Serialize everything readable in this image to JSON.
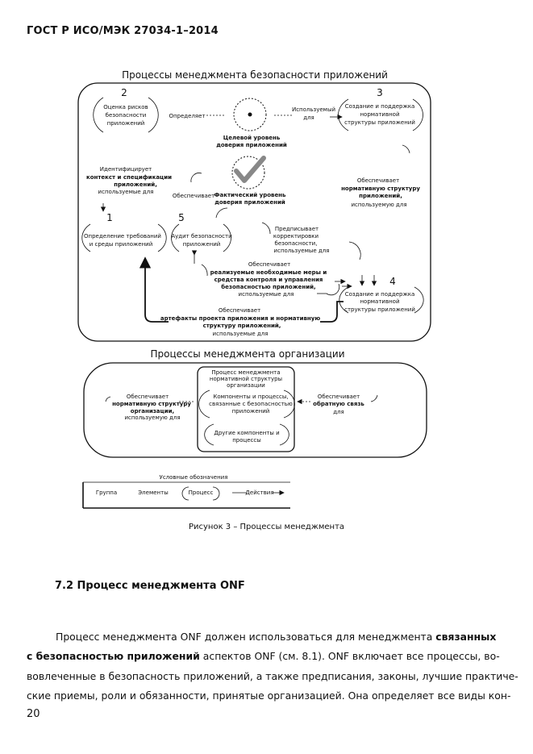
{
  "header": {
    "doc_title": "ГОСТ Р ИСО/МЭК 27034-1–2014"
  },
  "figure": {
    "top_title": "Процессы менеджмента безопасности приложений",
    "bottom_title": "Процессы менеджмента организации",
    "n2": "2",
    "box2": [
      "Оценка рисков",
      "безопасности",
      "приложений"
    ],
    "opredelyaet": "Определяет",
    "target_level": [
      "Целевой уровень",
      "доверия приложений"
    ],
    "ispolzuemyi": [
      "Используемый",
      "для"
    ],
    "n3": "3",
    "box3": [
      "Создание и поддержка",
      "нормативной",
      "структуры приложений"
    ],
    "identifies": [
      "Идентифицирует"
    ],
    "identifies_bold": [
      "контекст и спецификации",
      "приложений,"
    ],
    "used_for": "используемые для",
    "obespechivaet": "Обеспечивает",
    "actual_level": [
      "Фактический уровень",
      "доверия приложений"
    ],
    "norm_bold": [
      "нормативную структуру",
      "приложений,"
    ],
    "used_for2": "используемую для",
    "n1": "1",
    "box1": [
      "Определение требований",
      "и среды приложений"
    ],
    "n5": "5",
    "box5": [
      "Аудит безопасности",
      "приложений"
    ],
    "predpisyvaet": [
      "Предписывает",
      "корректировки",
      "безопасности,",
      "используемые для"
    ],
    "measures_pre": "Обеспечивает",
    "measures_bold": [
      "реализуемые необходимые меры и",
      "средства контроля и управления",
      "безопасностью приложений,"
    ],
    "measures_post": "используемые для",
    "n4": "4",
    "box4": [
      "Создание и поддержка",
      "нормативной",
      "структуры приложений"
    ],
    "artifacts_pre": "Обеспечивает",
    "artifacts_bold": [
      "артефакты проекта приложения и нормативную",
      "структуру приложений,"
    ],
    "artifacts_post": "используемые для",
    "org_left_pre": "Обеспечивает",
    "org_left_bold": [
      "нормативную структуру",
      "организации,"
    ],
    "org_left_post": "используемую для",
    "org_center": [
      "Процесс менеджмента",
      "нормативной структуры",
      "организации"
    ],
    "org_box1": [
      "Компоненты и процессы,",
      "связанные с безопасностью",
      "приложений"
    ],
    "org_box2": [
      "Другие компоненты и",
      "процессы"
    ],
    "org_right_pre": "Обеспечивает",
    "org_right_bold": "обратную связь",
    "org_right_post": "для",
    "legend_title": "Условные обозначения",
    "legend_items": [
      "Группа",
      "Элементы",
      "Процесс",
      "Действия"
    ]
  },
  "caption": "Рисунок 3 – Процессы менеджмента",
  "section": "7.2 Процесс менеджмента ONF",
  "paragraph": {
    "l1_a": "Процесс менеджмента ONF должен использоваться для менеджмента ",
    "l1_b": "связанных",
    "l2_a": "с безопасностью приложений",
    "l2_b": " аспектов ONF (см. 8.1). ONF включает все процессы, во-",
    "l3": "вовлеченные в безопасность приложений, а также предписания, законы, лучшие практиче-",
    "l4": "ские приемы, роли и обязанности, принятые организацией. Она определяет все виды кон-"
  },
  "page_number": "20"
}
